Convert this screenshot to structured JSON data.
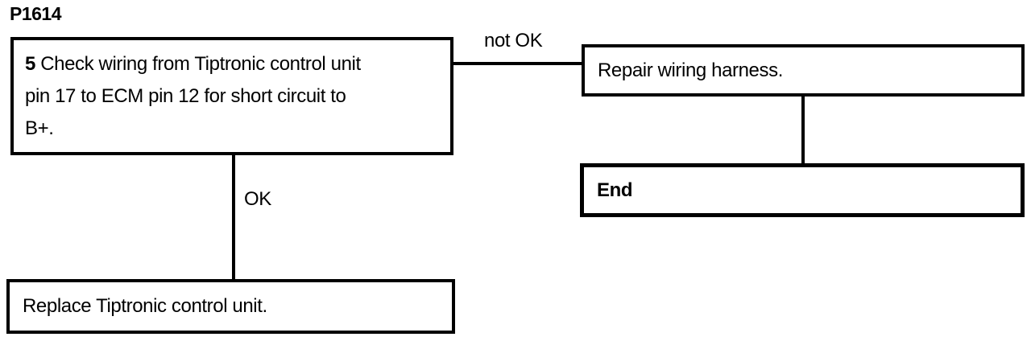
{
  "page": {
    "heading": "P1614"
  },
  "colors": {
    "ink": "#000000",
    "paper": "#ffffff"
  },
  "flowchart": {
    "step_box": {
      "number": "5",
      "line1": "Check wiring from Tiptronic control unit",
      "line2": "pin 17 to ECM pin 12 for short circuit to",
      "line3": "B+."
    },
    "edge_labels": {
      "not_ok": "not OK",
      "ok": "OK"
    },
    "repair_box": {
      "text": "Repair wiring harness."
    },
    "end_box": {
      "text": "End"
    },
    "replace_box": {
      "text": "Replace Tiptronic control unit."
    }
  }
}
